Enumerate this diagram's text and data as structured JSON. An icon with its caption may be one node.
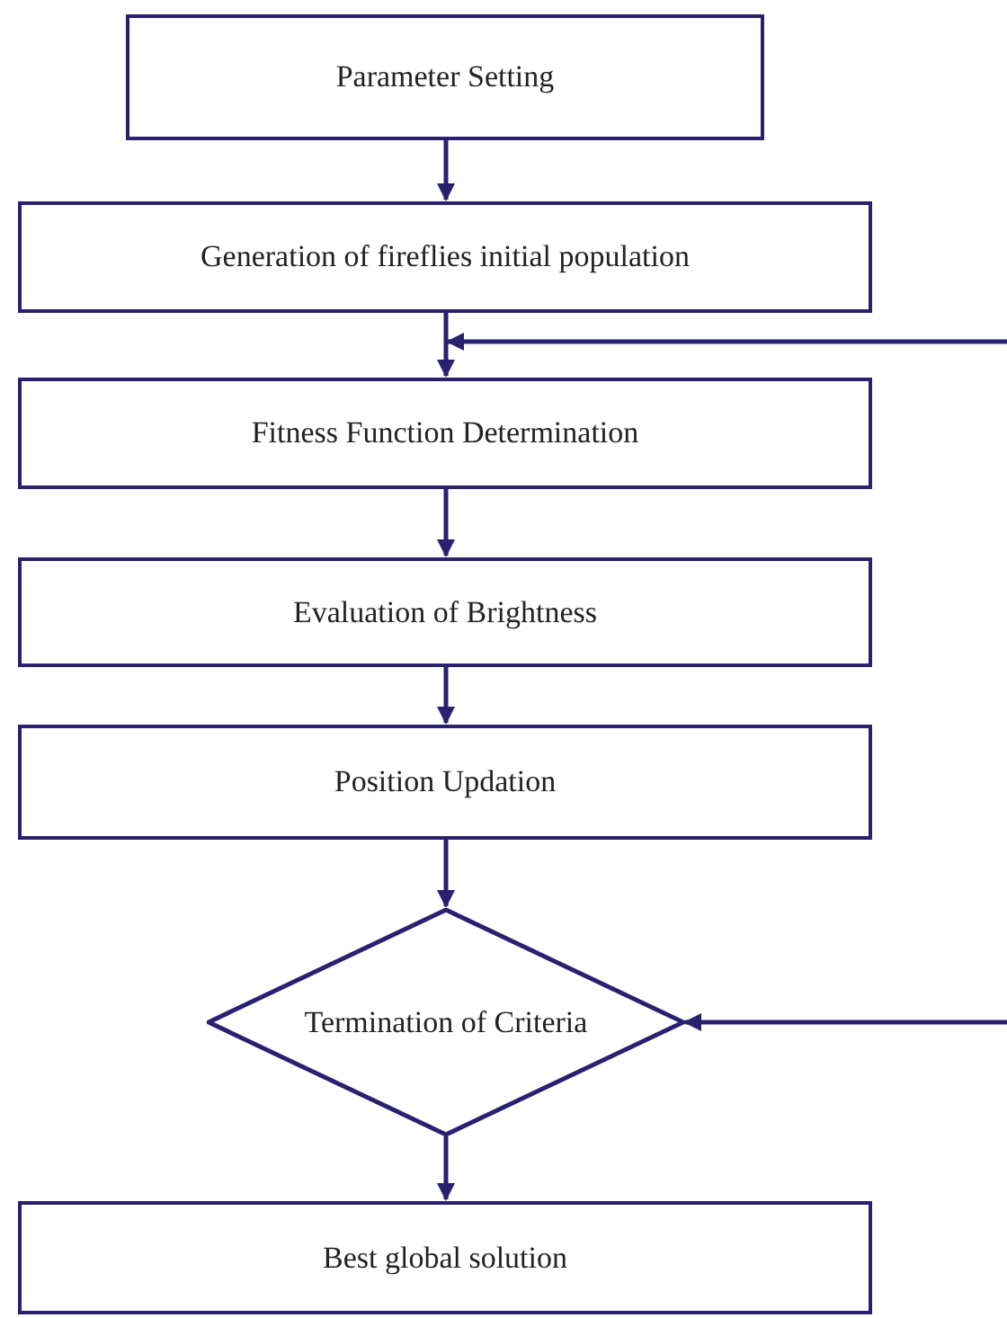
{
  "diagram": {
    "nodes": [
      {
        "text": [
          "Parameter Setting"
        ]
      },
      {
        "text": [
          "Generation of fireflies initial population"
        ]
      },
      {
        "text": [
          "Fitness Function Determination"
        ]
      },
      {
        "text": [
          "Evaluation of Brightness"
        ]
      },
      {
        "text": [
          "Position Updation"
        ]
      },
      {
        "text": [
          "Termination of Criteria"
        ]
      },
      {
        "text": [
          "Best global solution"
        ]
      }
    ],
    "edges": [
      {
        "from": 0,
        "to": 1,
        "arrow": "to"
      },
      {
        "from": 1,
        "to": 2,
        "arrow": "to"
      },
      {
        "from": 2,
        "to": 3,
        "arrow": "to"
      },
      {
        "from": 3,
        "to": 4,
        "arrow": "to"
      },
      {
        "from": 4,
        "to": 5,
        "arrow": "to"
      },
      {
        "from": 5,
        "to": 6,
        "arrow": "to"
      },
      {
        "from": null,
        "to": 2,
        "arrow": "to"
      },
      {
        "from": null,
        "to": 5,
        "arrow": "to"
      }
    ]
  }
}
